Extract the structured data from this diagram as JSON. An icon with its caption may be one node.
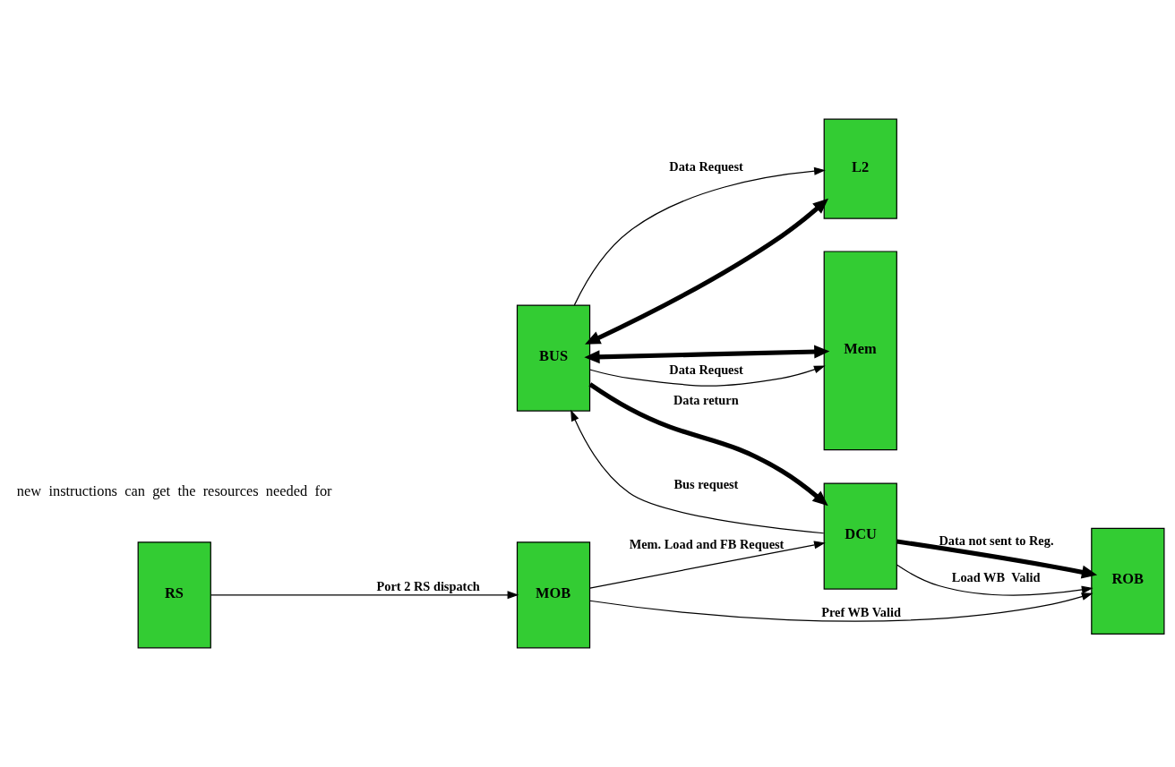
{
  "diagram": {
    "nodes": [
      {
        "text": [
          "L2"
        ]
      },
      {
        "text": [
          "BUS"
        ]
      },
      {
        "text": [
          "Mem"
        ]
      },
      {
        "text": [
          "DCU"
        ]
      },
      {
        "text": [
          "MOB"
        ]
      },
      {
        "text": [
          "ROB"
        ]
      },
      {
        "text": [
          "RS"
        ]
      }
    ],
    "edges": [
      {
        "from": 1,
        "to": 0,
        "arrow": "to",
        "label": "Data Request"
      },
      {
        "from": 1,
        "to": 0,
        "arrow": "both",
        "style": "thick"
      },
      {
        "from": 1,
        "to": 2,
        "arrow": "both",
        "style": "thick"
      },
      {
        "from": 1,
        "to": 2,
        "arrow": "to",
        "label": "Data Request"
      },
      {
        "from": 1,
        "to": 3,
        "arrow": "to",
        "style": "thick",
        "label": "Data return"
      },
      {
        "from": 3,
        "to": 1,
        "arrow": "to",
        "label": "Bus request"
      },
      {
        "from": 3,
        "to": 5,
        "arrow": "to",
        "style": "thick",
        "label": "Data not sent to Reg."
      },
      {
        "from": 3,
        "to": 5,
        "arrow": "to",
        "label": "Load WB  Valid"
      },
      {
        "from": 4,
        "to": 5,
        "arrow": "to",
        "label": "Pref WB Valid"
      },
      {
        "from": 4,
        "to": 3,
        "arrow": "to",
        "label": "Mem. Load and FB Request"
      },
      {
        "from": 6,
        "to": 4,
        "arrow": "to",
        "label": "Port 2 RS dispatch"
      }
    ],
    "labels": [
      "new  instructions  can  get  the  resources  needed  for"
    ]
  }
}
